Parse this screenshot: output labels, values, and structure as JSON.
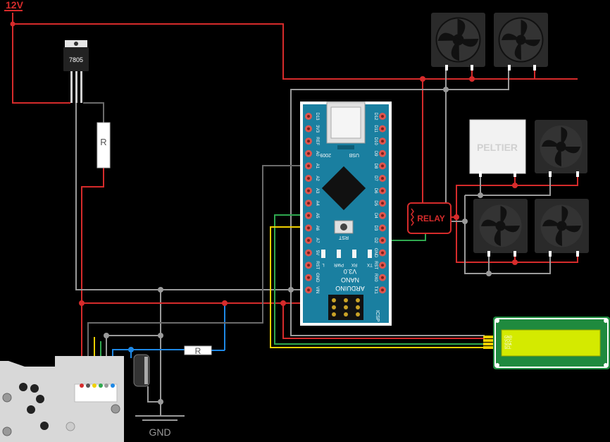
{
  "labels": {
    "power": "12V",
    "regulator": "7805",
    "resistor_top": "R",
    "resistor_bottom": "R",
    "peltier": "PELTIER",
    "relay": "RELAY",
    "ground": "GND"
  },
  "arduino": {
    "usb": "USB",
    "board_line1": "ARDUINO",
    "board_line2": "NANO",
    "board_line3": "V3.0",
    "year": "2009",
    "reset": "RST",
    "icsp": "ICSP",
    "leds": [
      "L",
      "PWR",
      "RX",
      "TX"
    ],
    "left_pins": [
      "D13",
      "3V3",
      "REF",
      "A0",
      "A1",
      "A2",
      "A3",
      "A4",
      "A5",
      "A6",
      "A7",
      "5V",
      "RST",
      "GND",
      "VIN"
    ],
    "right_pins": [
      "D12",
      "D11",
      "D10",
      "D9",
      "D8",
      "D7",
      "D6",
      "D5",
      "D4",
      "D3",
      "D2",
      "GND",
      "RST",
      "RX0",
      "TX1"
    ]
  },
  "lcd": {
    "pins": [
      "GND",
      "VCC",
      "SDA",
      "SCL"
    ]
  },
  "colors": {
    "wire_red": "#d62b2b",
    "wire_gray": "#9a9a9a",
    "wire_green": "#2fa84f",
    "wire_yellow": "#f0d000",
    "wire_blue": "#1e88e5",
    "wire_dark": "#6b6b6b",
    "board": "#1a7fa0",
    "lcd_frame": "#1f8a3e",
    "lcd_screen": "#d4ea00"
  }
}
